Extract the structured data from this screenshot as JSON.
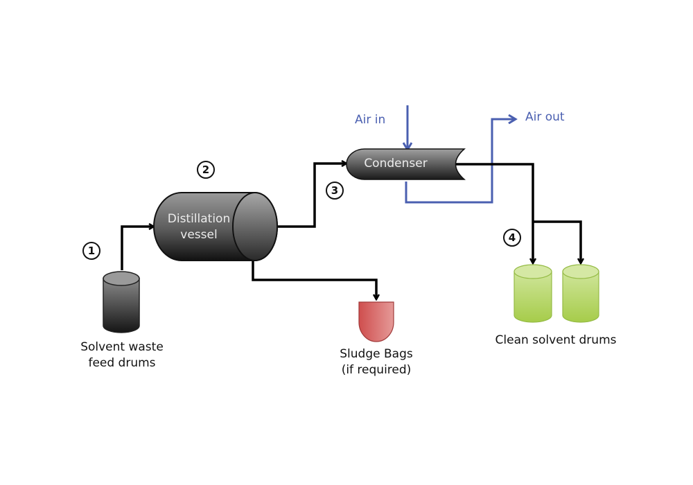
{
  "diagram": {
    "type": "process-flow",
    "subject": "Solvent recovery by distillation",
    "colors": {
      "process_line": "#000000",
      "air_line": "#4a5fb0",
      "equipment_dark": "#4a4a4a",
      "sludge_bag": "#d9605f",
      "clean_drum": "#b9d96a"
    },
    "steps": [
      {
        "number": "1"
      },
      {
        "number": "2"
      },
      {
        "number": "3"
      },
      {
        "number": "4"
      }
    ],
    "nodes": {
      "feed_drum": {
        "label_line1": "Solvent waste",
        "label_line2": "feed drums"
      },
      "distillation_vessel": {
        "label_line1": "Distillation",
        "label_line2": "vessel"
      },
      "condenser": {
        "label": "Condenser"
      },
      "sludge_bags": {
        "label_line1": "Sludge Bags",
        "label_line2": "(if required)"
      },
      "clean_drums": {
        "label": "Clean solvent drums"
      },
      "air_in": {
        "label": "Air in"
      },
      "air_out": {
        "label": "Air out"
      }
    },
    "edges": [
      {
        "from": "feed_drum",
        "to": "distillation_vessel",
        "step": "1"
      },
      {
        "from": "distillation_vessel",
        "to": "condenser",
        "step": "3"
      },
      {
        "from": "distillation_vessel",
        "to": "sludge_bags"
      },
      {
        "from": "condenser",
        "to": "clean_drums",
        "step": "4"
      },
      {
        "from": "air_in",
        "to": "condenser"
      },
      {
        "from": "condenser",
        "to": "air_out"
      }
    ]
  }
}
